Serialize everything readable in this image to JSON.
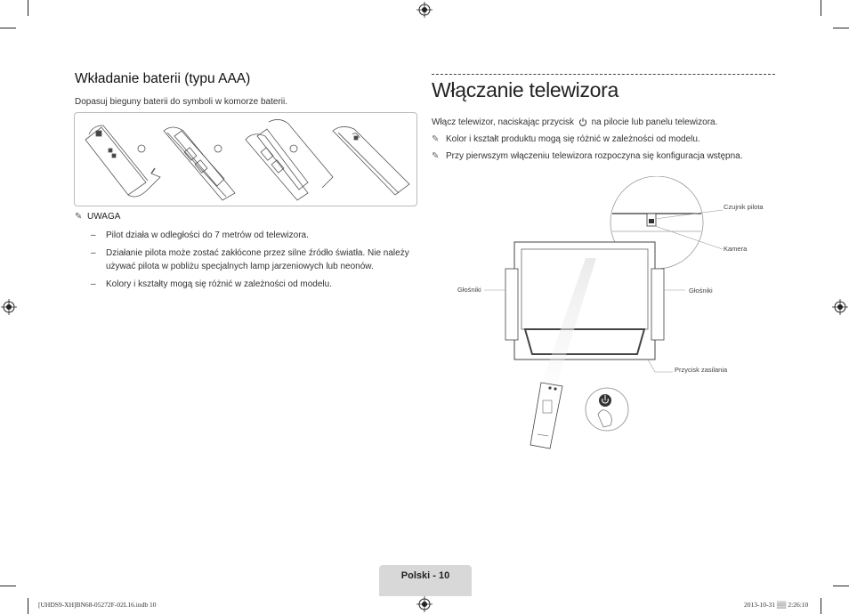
{
  "left_section": {
    "title": "Wkładanie baterii (typu AAA)",
    "intro": "Dopasuj bieguny baterii do symboli w komorze baterii.",
    "note_label": "UWAGA",
    "notes": [
      "Pilot działa w odległości do 7 metrów od telewizora.",
      "Działanie pilota może zostać zakłócone przez silne źródło światła. Nie należy używać pilota w pobliżu specjalnych lamp jarzeniowych lub neonów.",
      "Kolory i kształty mogą się różnić w zależności od modelu."
    ],
    "bullet": "–"
  },
  "right_section": {
    "title": "Włączanie telewizora",
    "instruction_before": "Włącz telewizor, naciskając przycisk",
    "instruction_after": "na pilocie lub panelu telewizora.",
    "notes": [
      "Kolor i kształt produktu mogą się różnić w zależności od modelu.",
      "Przy pierwszym włączeniu telewizora rozpoczyna się konfiguracja wstępna."
    ],
    "diagram_labels": {
      "remote_sensor": "Czujnik pilota",
      "camera": "Kamera",
      "speakers_left": "Głośniki",
      "speakers_right": "Głośniki",
      "power_button": "Przycisk zasilania"
    }
  },
  "footer": {
    "page_label": "Polski - 10",
    "file_info": "[UHDS9-XH]BN68-05272F-02L16.indb   10",
    "timestamp": "2013-10-31   ▒▒ 2:26:10"
  },
  "colors": {
    "footer_tab": "#d8d8d8",
    "rule": "#444444",
    "text": "#222222"
  }
}
